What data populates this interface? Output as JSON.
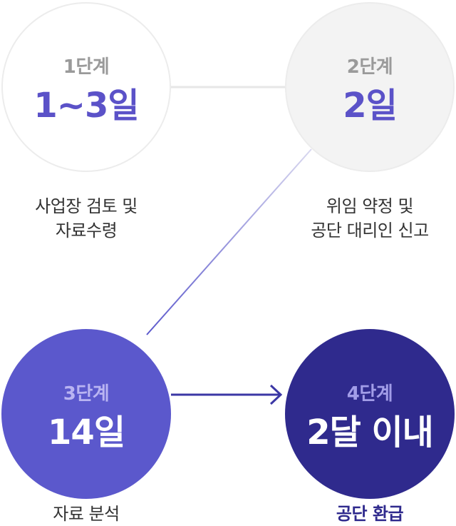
{
  "steps": [
    {
      "label": "1단계",
      "duration": "1~3일",
      "desc_lines": [
        "사업장 검토 및",
        "자료수령"
      ]
    },
    {
      "label": "2단계",
      "duration": "2일",
      "desc_lines": [
        "위임 약정 및",
        "공단 대리인 신고"
      ]
    },
    {
      "label": "3단계",
      "duration": "14일",
      "desc_lines": [
        "자료 분석"
      ]
    },
    {
      "label": "4단계",
      "duration": "2달 이내",
      "desc_lines": [
        "공단 환급"
      ]
    }
  ],
  "colors": {
    "accent": "#5b52c8",
    "step3_fill": "#5b58cc",
    "step4_fill": "#2f2a8d",
    "inactive_fill": "#f3f3f3",
    "muted_text": "#9a9a9a"
  }
}
